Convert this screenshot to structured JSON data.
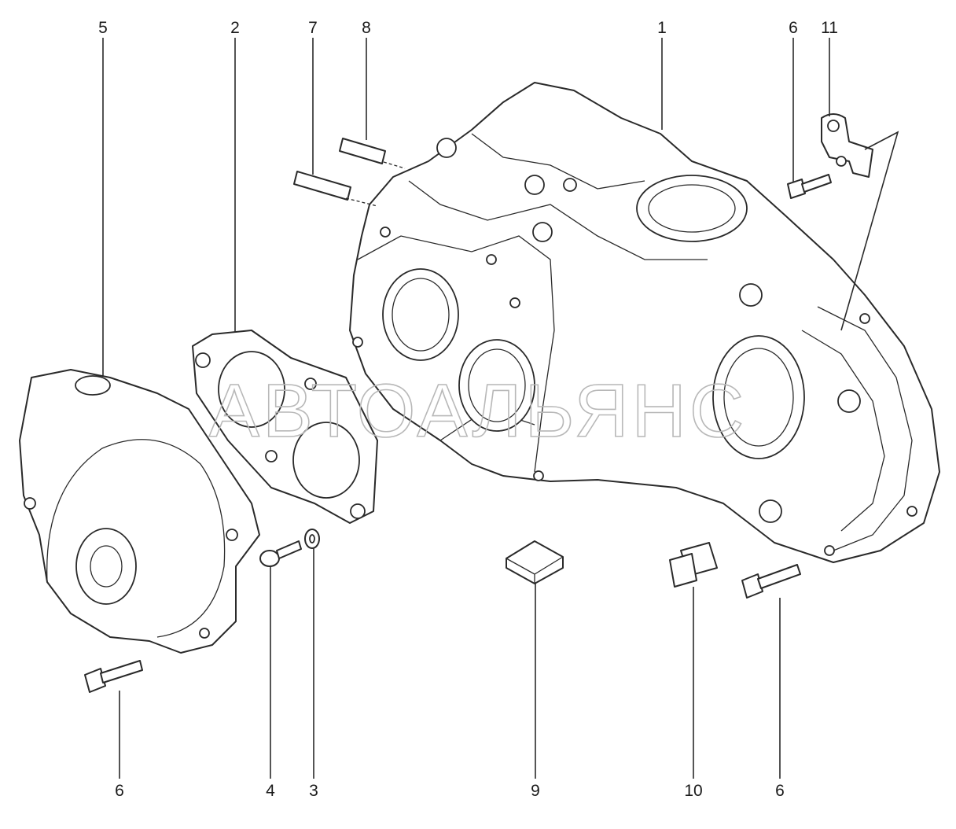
{
  "watermark": "АВТОАЛЬЯНС",
  "callouts": [
    {
      "id": "c5",
      "label": "5"
    },
    {
      "id": "c2",
      "label": "2"
    },
    {
      "id": "c7",
      "label": "7"
    },
    {
      "id": "c8",
      "label": "8"
    },
    {
      "id": "c1",
      "label": "1"
    },
    {
      "id": "c6a",
      "label": "6"
    },
    {
      "id": "c11",
      "label": "11"
    },
    {
      "id": "c6b",
      "label": "6"
    },
    {
      "id": "c4",
      "label": "4"
    },
    {
      "id": "c3",
      "label": "3"
    },
    {
      "id": "c9",
      "label": "9"
    },
    {
      "id": "c10",
      "label": "10"
    },
    {
      "id": "c6c",
      "label": "6"
    }
  ],
  "colors": {
    "line": "#2a2a2a",
    "watermark": "#b8b8b8",
    "background": "#ffffff"
  }
}
